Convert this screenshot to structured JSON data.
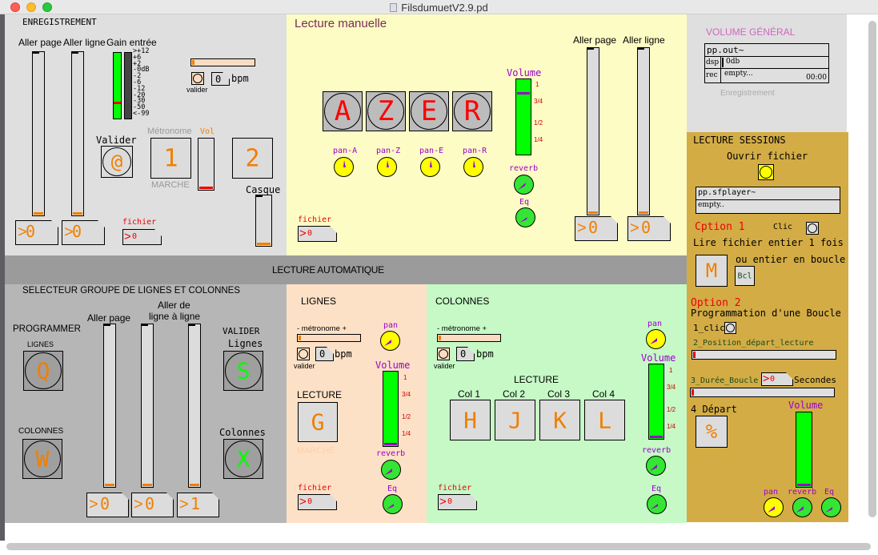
{
  "window": {
    "title": "FilsdumuetV2.9.pd"
  },
  "colors": {
    "orange": "#f07f00",
    "green": "#00ff00",
    "purple": "#9b00d0",
    "red": "#e00000",
    "yellow": "#ffff00",
    "gold": "#d3ac45"
  },
  "enregistrement": {
    "title": "ENREGISTREMENT",
    "aller_page": "Aller page",
    "aller_ligne": "Aller ligne",
    "gain_entree": "Gain entrée",
    "vu_scale": [
      ">+12",
      "+6",
      "+2",
      "-0dB",
      "-2",
      "-6",
      "-12",
      "-20",
      "-30",
      "-50",
      "<-99"
    ],
    "valider_label": "valider",
    "bpm_value": "0",
    "bpm_unit": "bpm",
    "valider_btn_label": "Valider",
    "valider_btn_key": "@",
    "metronome_label": "Métronome",
    "marche_label": "MARCHE",
    "toggle1_key": "1",
    "vol_label": "Vol",
    "toggle2_key": "2",
    "casque_label": "Casque",
    "num_page": "0",
    "num_ligne": "0",
    "fichier_label": "fichier",
    "fichier_value": "0"
  },
  "lecture_manuelle": {
    "title": "Lecture manuelle",
    "keys": [
      "A",
      "Z",
      "E",
      "R"
    ],
    "pans": [
      "pan-A",
      "pan-Z",
      "pan-E",
      "pan-R"
    ],
    "volume_label": "Volume",
    "volume_ticks": [
      "1",
      "3/4",
      "1/2",
      "1/4"
    ],
    "volume_level": 0.8,
    "reverb_label": "reverb",
    "eq_label": "Eq",
    "fichier_label": "fichier",
    "fichier_value": "0",
    "aller_page": "Aller page",
    "aller_ligne": "Aller ligne",
    "num_page": "0",
    "num_ligne": "0"
  },
  "volume_general": {
    "title": "VOLUME GÉNÉRAL",
    "object_name": "pp.out~",
    "dsp_label": "dsp",
    "db_value": "0db",
    "rec_label": "rec",
    "rec_file": "empty...",
    "rec_time": "00:00",
    "caption": "Enregistrement"
  },
  "lecture_sessions": {
    "title": "LECTURE SESSIONS",
    "ouvrir_fichier": "Ouvrir fichier",
    "player_name": "pp.sfplayer~",
    "player_file": "empty..",
    "option1": "Cption 1",
    "clic_label": "Clic",
    "lire_entier": "Lire fichier entier 1 fois",
    "ou_boucle": "ou entier en boucle",
    "m_key": "M",
    "bcl_label": "Bcl",
    "option2": "Option 2",
    "programmation": "Programmation d'une Boucle",
    "step1": "1_clic",
    "step2": "2_Position_départ_lecture",
    "step3": "3_Durée_Boucle",
    "duree_value": "0",
    "secondes": "Secondes",
    "step4": "4 Départ",
    "depart_key": "%",
    "volume_label": "Volume",
    "pan_label": "pan",
    "reverb_label": "reverb",
    "eq_label": "Eq"
  },
  "lecture_auto": {
    "title": "LECTURE AUTOMATIQUE"
  },
  "selecteur": {
    "title": "SELECTEUR GROUPE DE LIGNES ET COLONNES",
    "programmer": "PROGRAMMER",
    "lignes_caps": "LIGNES",
    "colonnes_caps": "COLONNES",
    "q_key": "Q",
    "w_key": "W",
    "aller_page": "Aller page",
    "aller_ligne_1": "Aller de",
    "aller_ligne_2": "ligne à ligne",
    "valider": "VALIDER",
    "lignes": "Lignes",
    "colonnes": "Colonnes",
    "s_key": "S",
    "x_key": "X",
    "nums": [
      "0",
      "0",
      "1"
    ]
  },
  "lignes": {
    "title": "LIGNES",
    "metronome": "- métronome +",
    "valider": "valider",
    "bpm_value": "0",
    "bpm_unit": "bpm",
    "pan_label": "pan",
    "volume_label": "Volume",
    "volume_ticks": [
      "1",
      "3/4",
      "1/2",
      "1/4"
    ],
    "lecture": "LECTURE",
    "g_key": "G",
    "marche": "MARCHE",
    "reverb_label": "reverb",
    "eq_label": "Eq",
    "fichier_label": "fichier",
    "fichier_value": "0"
  },
  "colonnes": {
    "title": "COLONNES",
    "metronome": "- métronome +",
    "valider": "valider",
    "bpm_value": "0",
    "bpm_unit": "bpm",
    "lecture": "LECTURE",
    "cols": [
      {
        "label": "Col 1",
        "key": "H"
      },
      {
        "label": "Col 2",
        "key": "J"
      },
      {
        "label": "Col 3",
        "key": "K"
      },
      {
        "label": "Col 4",
        "key": "L"
      }
    ],
    "pan_label": "pan",
    "volume_label": "Volume",
    "volume_ticks": [
      "1",
      "3/4",
      "1/2",
      "1/4"
    ],
    "reverb_label": "reverb",
    "eq_label": "Eq",
    "fichier_label": "fichier",
    "fichier_value": "0"
  }
}
